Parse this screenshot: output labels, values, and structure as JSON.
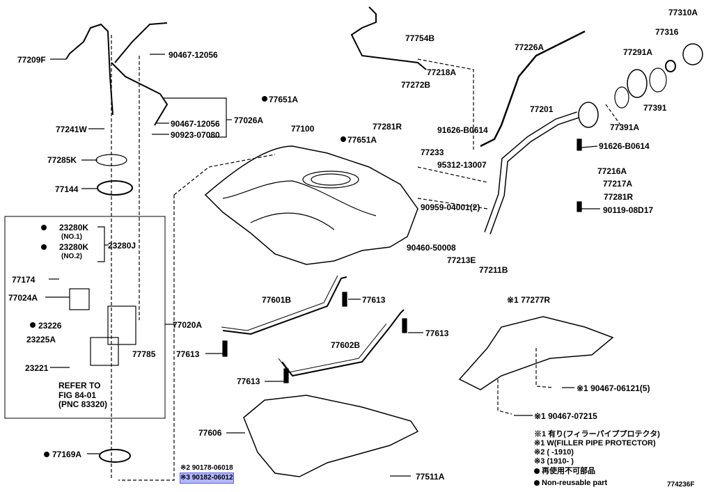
{
  "labels": {
    "p77209F": "77209F",
    "p90467_12056a": "90467-12056",
    "p77241W": "77241W",
    "p77026A": "77026A",
    "p90467_12056b": "90467-12056",
    "p90923_07080": "90923-07080",
    "p77285K": "77285K",
    "p77144": "77144",
    "p23280Ka": "23280K",
    "no1": "(NO.1)",
    "p23280Kb": "23280K",
    "no2": "(NO.2)",
    "p23280J": "23280J",
    "p77174": "77174",
    "p77024A": "77024A",
    "p23226": "23226",
    "p23225A": "23225A",
    "p23221": "23221",
    "p77785": "77785",
    "p77020A": "77020A",
    "refer": "REFER TO",
    "refer_fig": "FIG 84-01",
    "refer_pnc": "(PNC 83320)",
    "p77169A": "77169A",
    "p77651Aa": "77651A",
    "p77100": "77100",
    "p77651Ab": "77651A",
    "p77754B": "77754B",
    "p77218A": "77218A",
    "p77272B": "77272B",
    "p77281Ra": "77281R",
    "p91626_B0614a": "91626-B0614",
    "p77233": "77233",
    "p95312_13007": "95312-13007",
    "p90959_04001": "90959-04001(2)",
    "p90460_50008": "90460-50008",
    "p77213E": "77213E",
    "p77211B": "77211B",
    "p77226A": "77226A",
    "p77201": "77201",
    "p91626_B0614b": "91626-B0614",
    "p77216A": "77216A",
    "p77217A": "77217A",
    "p77281Rb": "77281R",
    "p90119_08D17": "90119-08D17",
    "p77310A": "77310A",
    "p77316": "77316",
    "p77291A": "77291A",
    "p77391": "77391",
    "p77391A": "77391A",
    "p77601B": "77601B",
    "p77613a": "77613",
    "p77613b": "77613",
    "p77613c": "77613",
    "p77602B": "77602B",
    "p77613d": "77613",
    "p77606": "77606",
    "p90178": "※2 90178-06018",
    "p90182": "※3 90182-06012",
    "p77511A": "77511A",
    "p77277R": "※1 77277R",
    "p90467_06121": "※1 90467-06121(5)",
    "p90467_07215": "※1 90467-07215",
    "fig_id": "774236F"
  },
  "notes": {
    "n1": "※1 有り(フィラーパイププロテクタ)",
    "n2": "※1 W(FILLER PIPE PROTECTOR)",
    "n3": "※2 (        -1910)",
    "n4": "※3 (1910-        )",
    "n5": "再使用不可部品",
    "n6": "Non-reusable part"
  }
}
